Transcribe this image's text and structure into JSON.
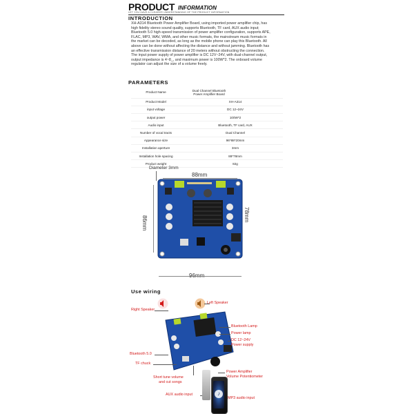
{
  "header": {
    "title_big": "PRODUCT",
    "title_small": "INFORMATION",
    "tagline": "LET YOU HAVE A CLEARER UNDERSTANDING OF THE PRODUCT INFORMATION"
  },
  "intro": {
    "title": "INTRODUCTION",
    "text": "XH-A314 Bluetooth Power Amplifier Board, using imported power amplifier chip, has high fidelity stereo sound quality, supports Bluetooth, TF card, AUX audio input; Bluetooth 5.0 high-speed transmission of power amplifier configuration, supports APE, FLAC, MP3, WAV, WMA, and other music formats, the mainstream music formats in the market can be decoded, as long as the mobile phone can play this Bluetooth. All above can be done without affecting the distance and without jamming. Bluetooth has an effective transmission distance of 20 meters without obstructing the connection. The input power supply of power amplifier is DC 12V~24V, with dual-channel output, output impedance is 4~8_, and maximum power is 100W*2. The onboard volume regulator can adjust the size of a volume freely."
  },
  "parameters": {
    "title": "PARAMETERS",
    "rows": [
      {
        "key": "Product Name",
        "value": "Dual Channel Bluetooth Power Amplifier Board"
      },
      {
        "key": "Product Model",
        "value": "XH-A314"
      },
      {
        "key": "input voltage",
        "value": "DC 12~24V"
      },
      {
        "key": "output power",
        "value": "100W*2"
      },
      {
        "key": "Audio input",
        "value": "Bluetooth, TF card, AUX"
      },
      {
        "key": "Number of vocal tracts",
        "value": "Dual Channel"
      },
      {
        "key": "Appearance size",
        "value": "96*88*20mm"
      },
      {
        "key": "Installation aperture",
        "value": "3mm"
      },
      {
        "key": "Installation hole spacing",
        "value": "88*78mm"
      },
      {
        "key": "Product weight",
        "value": "82g"
      }
    ]
  },
  "dimensions": {
    "diameter": "Diameter 3mm",
    "top": "88mm",
    "left": "86mm",
    "right": "78mm",
    "bottom": "96mm"
  },
  "wiring": {
    "title": "Use wiring",
    "labels": {
      "right_speaker": "Right Speaker",
      "left_speaker": "Left Speaker",
      "bluetooth_lamp": "Bluetooth Lamp",
      "power_lamp": "Power lamp",
      "dc_power_1": "DC 12~24V",
      "dc_power_2": "Power supply",
      "bluetooth50": "Bluetooth 5.0",
      "tf_chuck": "TF chuck",
      "short_tune_1": "Short tune volume",
      "short_tune_2": "and cut songs",
      "pot_1": "Power Amplifier",
      "pot_2": "Volume Potentiometer",
      "aux": "AUX audio input",
      "mp3": "MP3 audio input"
    }
  },
  "colors": {
    "board_blue": "#1f4fa8",
    "label_red": "#d31a1a",
    "terminal_green": "#b7d82b"
  }
}
